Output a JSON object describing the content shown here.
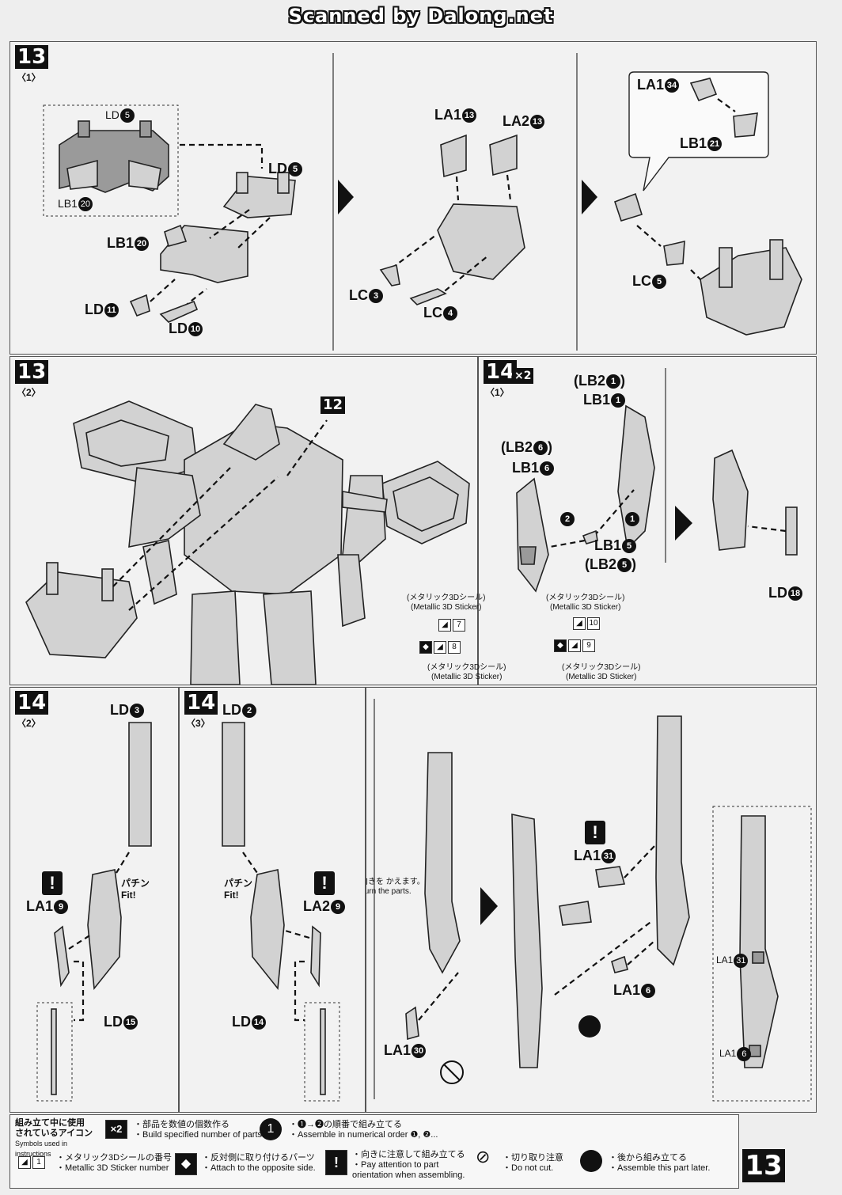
{
  "header": "Scanned by Dalong.net",
  "page_number": "13",
  "steps": {
    "s13_1": {
      "num": "13",
      "sub": "〈1〉",
      "labels": [
        "LD",
        "LB1",
        "LD",
        "LB1",
        "LD",
        "LD",
        "LA1",
        "LA2",
        "LC",
        "LC",
        "LA1",
        "LB1",
        "LC"
      ]
    },
    "s13_2": {
      "num": "13",
      "sub": "〈2〉",
      "ref": "12"
    },
    "s14_1": {
      "num": "14",
      "sub": "〈1〉",
      "times": "×2",
      "lb2_1": "(LB2",
      "lb1_1": "LB1",
      "lb2_6": "(LB2",
      "lb1_6": "LB1",
      "lb1_5": "LB1",
      "lb2_5": "(LB2",
      "ld18": "LD",
      "sticker_jp": "(メタリック3Dシール)",
      "sticker_en": "(Metallic 3D Sticker)",
      "sticker_jp2": "(メタリック3Dシール)",
      "sticker_en2": "(Metallic 3D Sticker)",
      "sticker_jp3": "(メタリック3Dシール)",
      "sticker_en3": "(Metallic 3D Sticker)",
      "sticker_jp4": "(メタリック3Dシール)",
      "sticker_en4": "(Metallic 3D Sticker)",
      "n7": "7",
      "n8": "8",
      "n10": "10",
      "n9": "9"
    },
    "s14_2": {
      "num": "14",
      "sub": "〈2〉",
      "ld3": "LD",
      "la19": "LA1",
      "ld15": "LD",
      "fit": "パチン",
      "fit_en": "Fit!"
    },
    "s14_3": {
      "num": "14",
      "sub": "〈3〉",
      "ld2": "LD",
      "la29": "LA2",
      "ld14": "LD",
      "fit": "パチン",
      "fit_en": "Fit!"
    },
    "s14_4": {
      "turn_jp": "向きを かえます。",
      "turn_en": "Turn the parts.",
      "la130": "LA1",
      "la131": "LA1",
      "la16": "LA1",
      "la131b": "LA1",
      "la16b": "LA1"
    }
  },
  "numbers": {
    "n1": "1",
    "n2": "2",
    "n3": "3",
    "n4": "4",
    "n5": "5",
    "n6": "6",
    "n9": "9",
    "n10": "10",
    "n11": "11",
    "n13": "13",
    "n14": "14",
    "n15": "15",
    "n18": "18",
    "n20": "20",
    "n21": "21",
    "n30": "30",
    "n31": "31",
    "n34": "34"
  },
  "legend": {
    "title_jp1": "組み立て中に使用",
    "title_jp2": "されているアイコン",
    "title_en": "Symbols used in instructions",
    "x2": "×2",
    "x2_jp": "・部品を数値の個数作る",
    "x2_en": "・Build specified number of parts.",
    "num_jp": "・❶→❷の順番で組み立てる",
    "num_en": "・Assemble in numerical order ❶, ❷...",
    "st_jp": "・メタリック3Dシールの番号",
    "st_en": "・Metallic 3D Sticker number",
    "st_num": "1",
    "opp_jp": "・反対側に取り付けるパーツ",
    "opp_en": "・Attach to the opposite side.",
    "ori_jp": "・向きに注意して組み立てる",
    "ori_en": "・Pay attention to part orientation when assembling.",
    "cut_jp": "・切り取り注意",
    "cut_en": "・Do not cut.",
    "late_jp": "・後から組み立てる",
    "late_en": "・Assemble this part later."
  }
}
